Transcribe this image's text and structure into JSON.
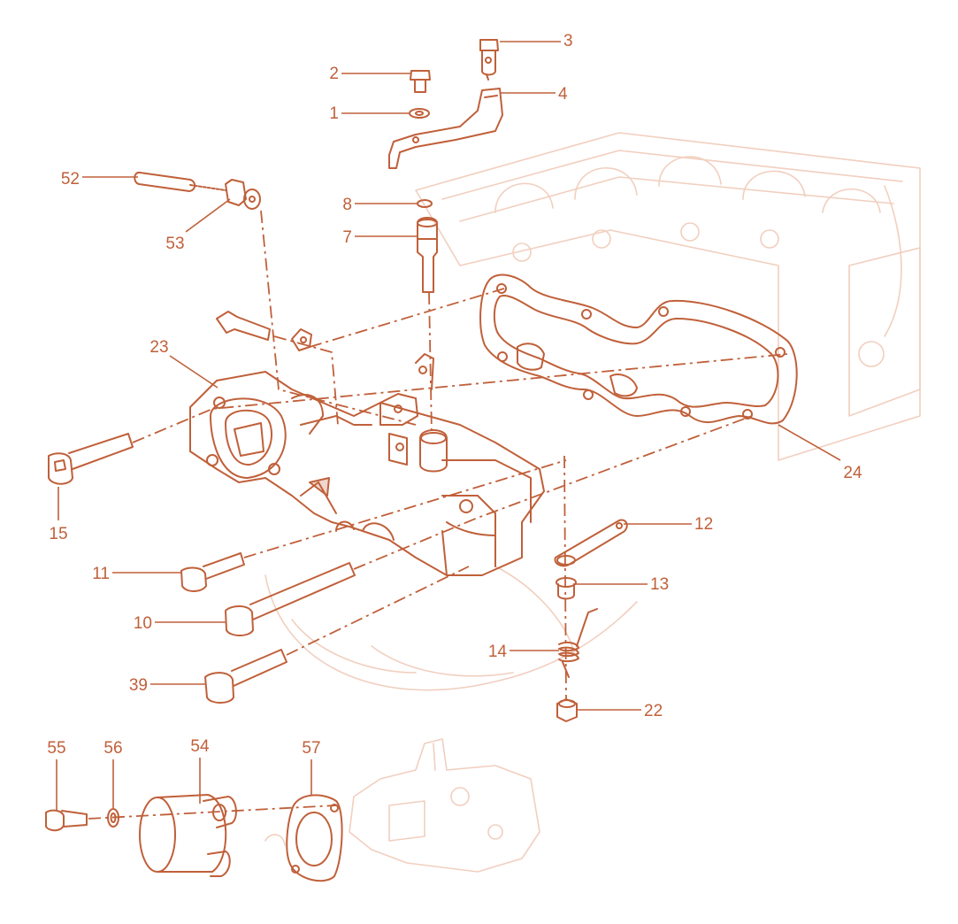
{
  "colors": {
    "accent": "#c0603a",
    "ghost": "#efc8b6",
    "background": "#ffffff"
  },
  "callouts": [
    {
      "label": "1"
    },
    {
      "label": "2"
    },
    {
      "label": "3"
    },
    {
      "label": "4"
    },
    {
      "label": "7"
    },
    {
      "label": "8"
    },
    {
      "label": "10"
    },
    {
      "label": "11"
    },
    {
      "label": "12"
    },
    {
      "label": "13"
    },
    {
      "label": "14"
    },
    {
      "label": "15"
    },
    {
      "label": "22"
    },
    {
      "label": "23"
    },
    {
      "label": "24"
    },
    {
      "label": "39"
    },
    {
      "label": "52"
    },
    {
      "label": "53"
    },
    {
      "label": "54"
    },
    {
      "label": "55"
    },
    {
      "label": "56"
    },
    {
      "label": "57"
    }
  ]
}
